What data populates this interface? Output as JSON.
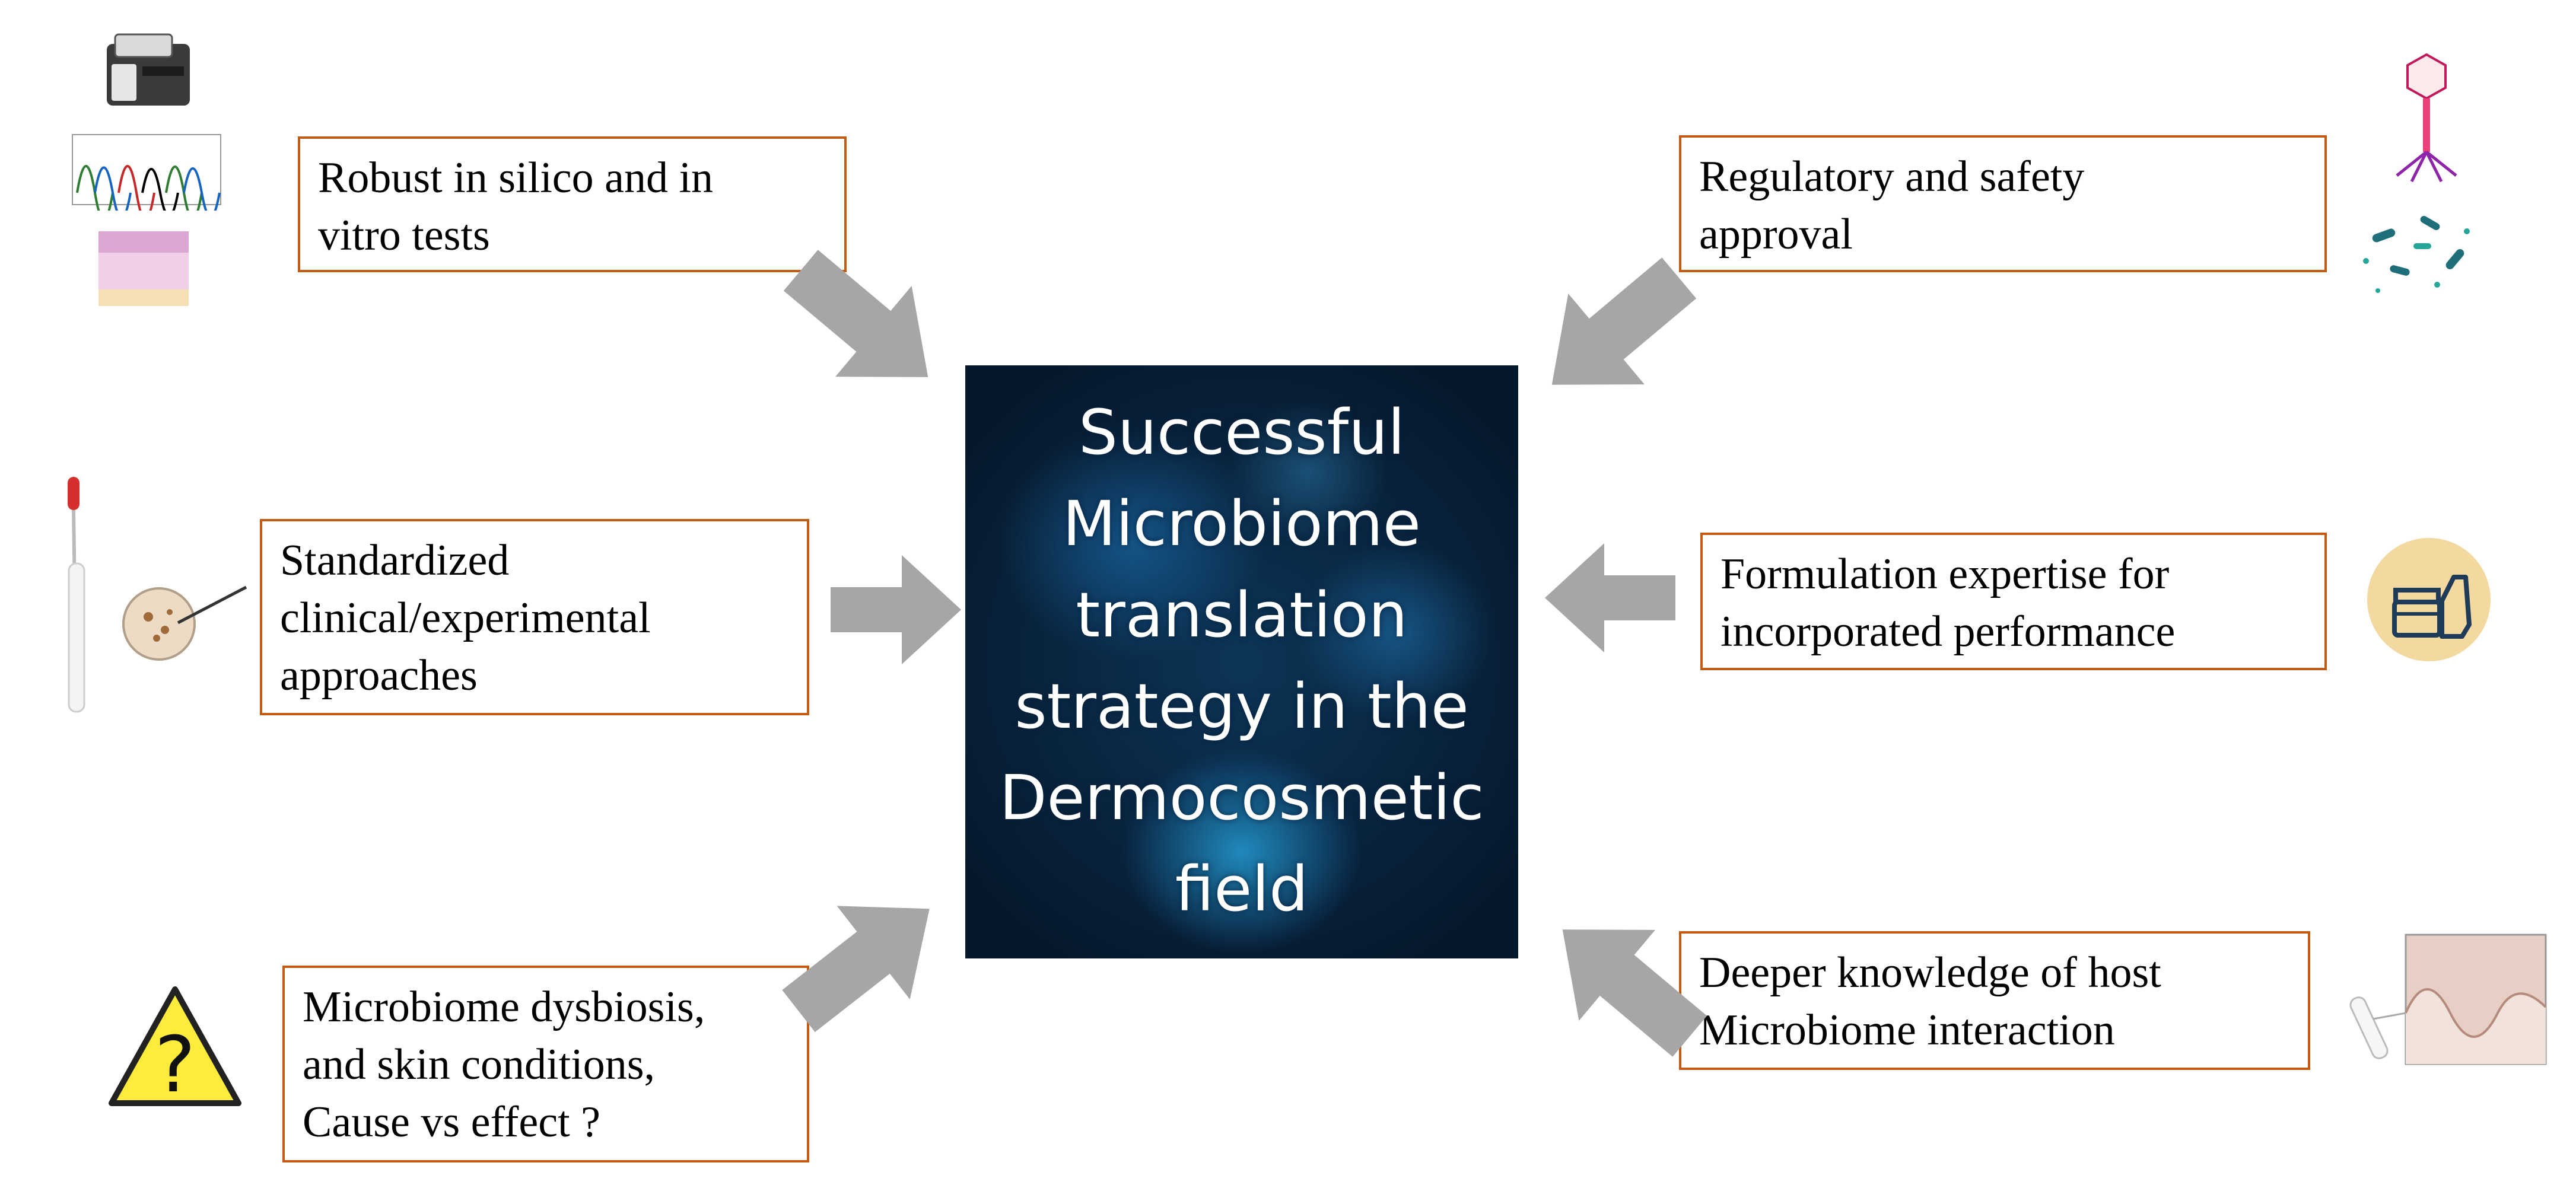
{
  "center": {
    "lines": [
      "Successful",
      "Microbiome",
      "translation",
      "strategy in the",
      "Dermocosmetic",
      "field"
    ]
  },
  "boxes": {
    "robust": {
      "lines": [
        "Robust in silico and in",
        "vitro tests"
      ]
    },
    "standardized": {
      "lines": [
        "Standardized",
        "clinical/experimental",
        "approaches"
      ]
    },
    "dysbiosis": {
      "lines": [
        "Microbiome dysbiosis,",
        "and skin conditions,",
        "Cause vs effect ?"
      ]
    },
    "regulatory": {
      "lines": [
        "Regulatory and safety",
        "approval"
      ]
    },
    "formulation": {
      "lines": [
        "Formulation expertise for",
        "incorporated performance"
      ]
    },
    "deeper": {
      "lines": [
        "Deeper knowledge of host",
        "Microbiome interaction"
      ]
    }
  },
  "colors": {
    "box_border": "#c55a11",
    "arrow": "#a6a6a6",
    "center_bg": "#0c3557",
    "warning": "#ffeb3b",
    "jar_badge": "#f3d9a0",
    "jar_stroke": "#1f3b57"
  },
  "icons": {
    "sequencer": "sequencer-icon",
    "chromatogram": "chromatogram-icon",
    "skin_layers": "skin-layers-icon",
    "swab": "swab-tube-icon",
    "petri": "petri-dish-icon",
    "warning": "warning-question-icon",
    "phage": "bacteriophage-icon",
    "bacteria": "bacteria-icon",
    "cream_jar": "cream-jar-icon",
    "skin_section": "skin-section-icon"
  }
}
